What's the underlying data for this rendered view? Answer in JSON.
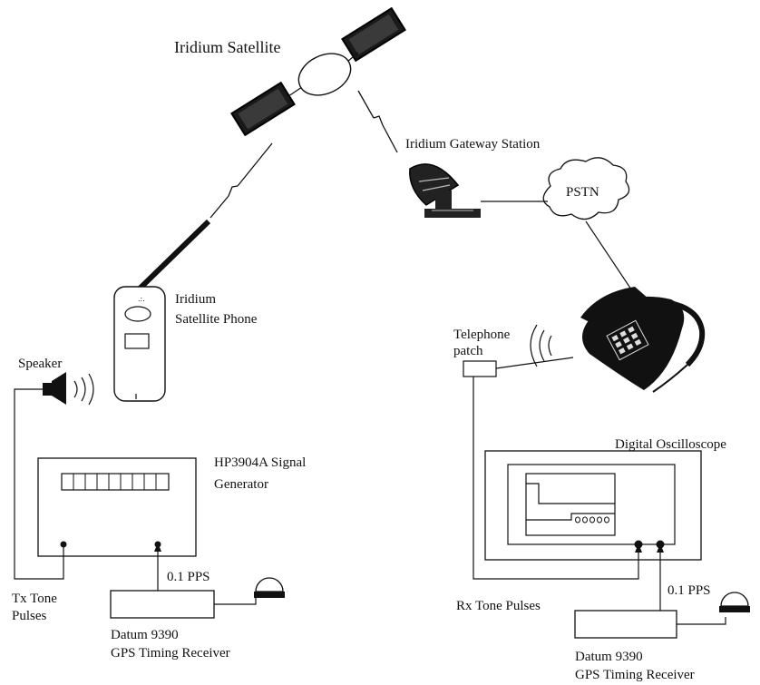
{
  "labels": {
    "satellite": "Iridium Satellite",
    "gateway": "Iridium Gateway Station",
    "pstn": "PSTN",
    "phone_line1": "Iridium",
    "phone_line2": "Satellite Phone",
    "speaker": "Speaker",
    "telephone_patch_line1": "Telephone",
    "telephone_patch_line2": "patch",
    "signal_gen_line1": "HP3904A Signal",
    "signal_gen_line2": "Generator",
    "oscilloscope": "Digital Oscilloscope",
    "tx_line1": "Tx Tone",
    "tx_line2": "Pulses",
    "rx": "Rx Tone Pulses",
    "pps_left": "0.1 PPS",
    "pps_right": "0.1 PPS",
    "datum_left_line1": "Datum 9390",
    "datum_left_line2": "GPS Timing Receiver",
    "datum_right_line1": "Datum 9390",
    "datum_right_line2": "GPS Timing Receiver"
  }
}
